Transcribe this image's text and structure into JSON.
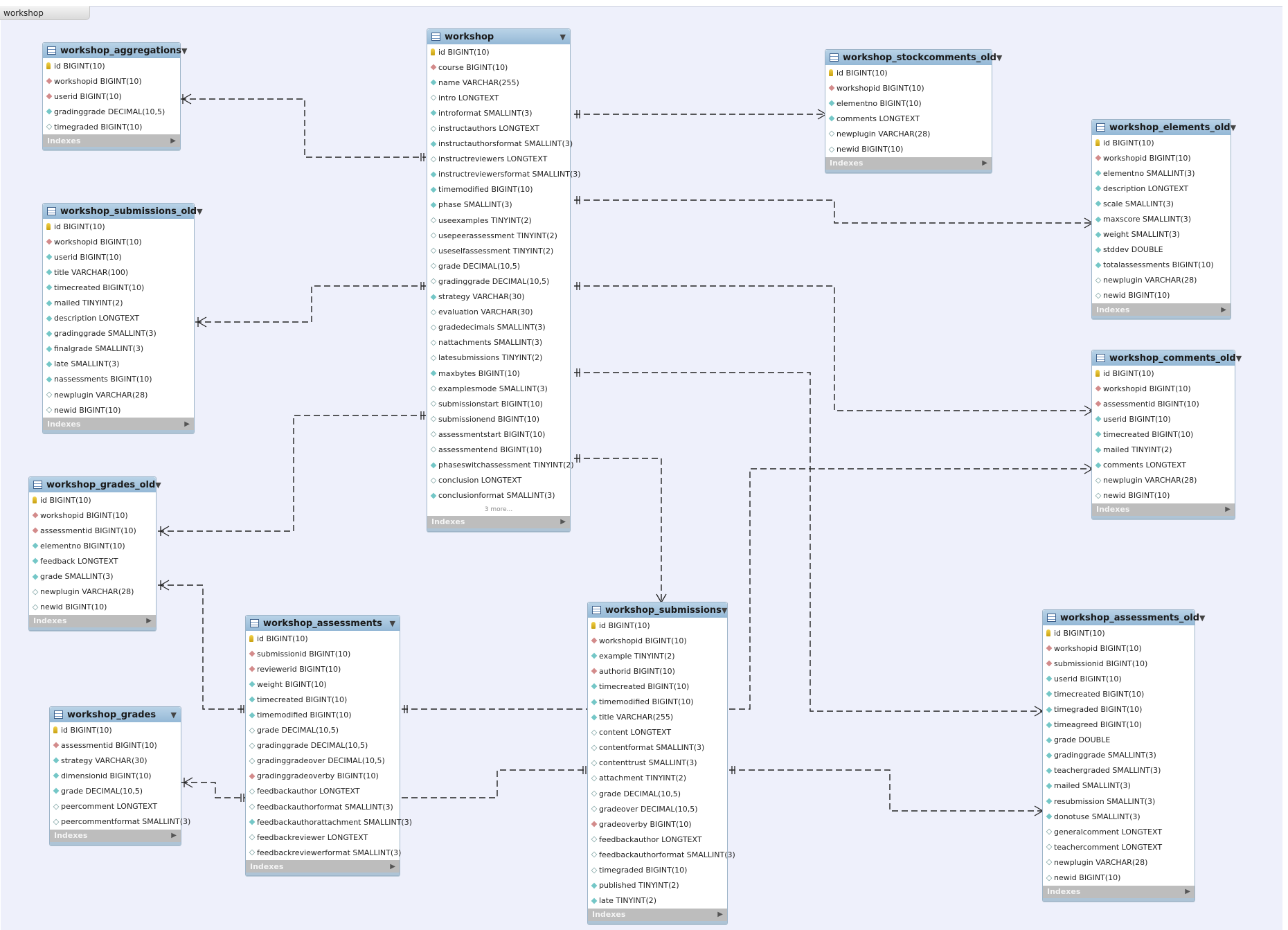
{
  "diagram": {
    "tab_label": "workshop",
    "indexes_label": "Indexes",
    "tables": [
      {
        "name": "workshop_aggregations",
        "cols": [
          [
            "key",
            "id BIGINT(10)"
          ],
          [
            "fk",
            "workshopid BIGINT(10)"
          ],
          [
            "fk",
            "userid BIGINT(10)"
          ],
          [
            "nn",
            "gradinggrade DECIMAL(10,5)"
          ],
          [
            "nl",
            "timegraded BIGINT(10)"
          ]
        ]
      },
      {
        "name": "workshop_submissions_old",
        "cols": [
          [
            "key",
            "id BIGINT(10)"
          ],
          [
            "fk",
            "workshopid BIGINT(10)"
          ],
          [
            "nn",
            "userid BIGINT(10)"
          ],
          [
            "nn",
            "title VARCHAR(100)"
          ],
          [
            "nn",
            "timecreated BIGINT(10)"
          ],
          [
            "nn",
            "mailed TINYINT(2)"
          ],
          [
            "nn",
            "description LONGTEXT"
          ],
          [
            "nn",
            "gradinggrade SMALLINT(3)"
          ],
          [
            "nn",
            "finalgrade SMALLINT(3)"
          ],
          [
            "nn",
            "late SMALLINT(3)"
          ],
          [
            "nn",
            "nassessments BIGINT(10)"
          ],
          [
            "nl",
            "newplugin VARCHAR(28)"
          ],
          [
            "nl",
            "newid BIGINT(10)"
          ]
        ]
      },
      {
        "name": "workshop_grades_old",
        "cols": [
          [
            "key",
            "id BIGINT(10)"
          ],
          [
            "fk",
            "workshopid BIGINT(10)"
          ],
          [
            "fk",
            "assessmentid BIGINT(10)"
          ],
          [
            "nn",
            "elementno BIGINT(10)"
          ],
          [
            "nn",
            "feedback LONGTEXT"
          ],
          [
            "nn",
            "grade SMALLINT(3)"
          ],
          [
            "nl",
            "newplugin VARCHAR(28)"
          ],
          [
            "nl",
            "newid BIGINT(10)"
          ]
        ]
      },
      {
        "name": "workshop_grades",
        "cols": [
          [
            "key",
            "id BIGINT(10)"
          ],
          [
            "fk",
            "assessmentid BIGINT(10)"
          ],
          [
            "nn",
            "strategy VARCHAR(30)"
          ],
          [
            "nn",
            "dimensionid BIGINT(10)"
          ],
          [
            "nn",
            "grade DECIMAL(10,5)"
          ],
          [
            "nl",
            "peercomment LONGTEXT"
          ],
          [
            "nl",
            "peercommentformat SMALLINT(3)"
          ]
        ]
      },
      {
        "name": "workshop",
        "more": "3 more...",
        "cols": [
          [
            "key",
            "id BIGINT(10)"
          ],
          [
            "fk",
            "course BIGINT(10)"
          ],
          [
            "nn",
            "name VARCHAR(255)"
          ],
          [
            "nl",
            "intro LONGTEXT"
          ],
          [
            "nn",
            "introformat SMALLINT(3)"
          ],
          [
            "nl",
            "instructauthors LONGTEXT"
          ],
          [
            "nn",
            "instructauthorsformat SMALLINT(3)"
          ],
          [
            "nl",
            "instructreviewers LONGTEXT"
          ],
          [
            "nn",
            "instructreviewersformat SMALLINT(3)"
          ],
          [
            "nn",
            "timemodified BIGINT(10)"
          ],
          [
            "nn",
            "phase SMALLINT(3)"
          ],
          [
            "nl",
            "useexamples TINYINT(2)"
          ],
          [
            "nl",
            "usepeerassessment TINYINT(2)"
          ],
          [
            "nl",
            "useselfassessment TINYINT(2)"
          ],
          [
            "nl",
            "grade DECIMAL(10,5)"
          ],
          [
            "nl",
            "gradinggrade DECIMAL(10,5)"
          ],
          [
            "nn",
            "strategy VARCHAR(30)"
          ],
          [
            "nl",
            "evaluation VARCHAR(30)"
          ],
          [
            "nl",
            "gradedecimals SMALLINT(3)"
          ],
          [
            "nl",
            "nattachments SMALLINT(3)"
          ],
          [
            "nl",
            "latesubmissions TINYINT(2)"
          ],
          [
            "nn",
            "maxbytes BIGINT(10)"
          ],
          [
            "nl",
            "examplesmode SMALLINT(3)"
          ],
          [
            "nl",
            "submissionstart BIGINT(10)"
          ],
          [
            "nl",
            "submissionend BIGINT(10)"
          ],
          [
            "nl",
            "assessmentstart BIGINT(10)"
          ],
          [
            "nl",
            "assessmentend BIGINT(10)"
          ],
          [
            "nn",
            "phaseswitchassessment TINYINT(2)"
          ],
          [
            "nl",
            "conclusion LONGTEXT"
          ],
          [
            "nn",
            "conclusionformat SMALLINT(3)"
          ]
        ]
      },
      {
        "name": "workshop_assessments",
        "cols": [
          [
            "key",
            "id BIGINT(10)"
          ],
          [
            "fk",
            "submissionid BIGINT(10)"
          ],
          [
            "fk",
            "reviewerid BIGINT(10)"
          ],
          [
            "nn",
            "weight BIGINT(10)"
          ],
          [
            "nn",
            "timecreated BIGINT(10)"
          ],
          [
            "nn",
            "timemodified BIGINT(10)"
          ],
          [
            "nl",
            "grade DECIMAL(10,5)"
          ],
          [
            "nl",
            "gradinggrade DECIMAL(10,5)"
          ],
          [
            "nl",
            "gradinggradeover DECIMAL(10,5)"
          ],
          [
            "fk",
            "gradinggradeoverby BIGINT(10)"
          ],
          [
            "nl",
            "feedbackauthor LONGTEXT"
          ],
          [
            "nl",
            "feedbackauthorformat SMALLINT(3)"
          ],
          [
            "nn",
            "feedbackauthorattachment SMALLINT(3)"
          ],
          [
            "nl",
            "feedbackreviewer LONGTEXT"
          ],
          [
            "nl",
            "feedbackreviewerformat SMALLINT(3)"
          ]
        ]
      },
      {
        "name": "workshop_submissions",
        "cols": [
          [
            "key",
            "id BIGINT(10)"
          ],
          [
            "fk",
            "workshopid BIGINT(10)"
          ],
          [
            "nn",
            "example TINYINT(2)"
          ],
          [
            "fk",
            "authorid BIGINT(10)"
          ],
          [
            "nn",
            "timecreated BIGINT(10)"
          ],
          [
            "nn",
            "timemodified BIGINT(10)"
          ],
          [
            "nn",
            "title VARCHAR(255)"
          ],
          [
            "nl",
            "content LONGTEXT"
          ],
          [
            "nl",
            "contentformat SMALLINT(3)"
          ],
          [
            "nl",
            "contenttrust SMALLINT(3)"
          ],
          [
            "nl",
            "attachment TINYINT(2)"
          ],
          [
            "nl",
            "grade DECIMAL(10,5)"
          ],
          [
            "nl",
            "gradeover DECIMAL(10,5)"
          ],
          [
            "fk",
            "gradeoverby BIGINT(10)"
          ],
          [
            "nl",
            "feedbackauthor LONGTEXT"
          ],
          [
            "nl",
            "feedbackauthorformat SMALLINT(3)"
          ],
          [
            "nl",
            "timegraded BIGINT(10)"
          ],
          [
            "nn",
            "published TINYINT(2)"
          ],
          [
            "nn",
            "late TINYINT(2)"
          ]
        ]
      },
      {
        "name": "workshop_stockcomments_old",
        "cols": [
          [
            "key",
            "id BIGINT(10)"
          ],
          [
            "fk",
            "workshopid BIGINT(10)"
          ],
          [
            "nn",
            "elementno BIGINT(10)"
          ],
          [
            "nn",
            "comments LONGTEXT"
          ],
          [
            "nl",
            "newplugin VARCHAR(28)"
          ],
          [
            "nl",
            "newid BIGINT(10)"
          ]
        ]
      },
      {
        "name": "workshop_elements_old",
        "cols": [
          [
            "key",
            "id BIGINT(10)"
          ],
          [
            "fk",
            "workshopid BIGINT(10)"
          ],
          [
            "nn",
            "elementno SMALLINT(3)"
          ],
          [
            "nn",
            "description LONGTEXT"
          ],
          [
            "nn",
            "scale SMALLINT(3)"
          ],
          [
            "nn",
            "maxscore SMALLINT(3)"
          ],
          [
            "nn",
            "weight SMALLINT(3)"
          ],
          [
            "nn",
            "stddev DOUBLE"
          ],
          [
            "nn",
            "totalassessments BIGINT(10)"
          ],
          [
            "nl",
            "newplugin VARCHAR(28)"
          ],
          [
            "nl",
            "newid BIGINT(10)"
          ]
        ]
      },
      {
        "name": "workshop_comments_old",
        "cols": [
          [
            "key",
            "id BIGINT(10)"
          ],
          [
            "fk",
            "workshopid BIGINT(10)"
          ],
          [
            "fk",
            "assessmentid BIGINT(10)"
          ],
          [
            "nn",
            "userid BIGINT(10)"
          ],
          [
            "nn",
            "timecreated BIGINT(10)"
          ],
          [
            "nn",
            "mailed TINYINT(2)"
          ],
          [
            "nn",
            "comments LONGTEXT"
          ],
          [
            "nl",
            "newplugin VARCHAR(28)"
          ],
          [
            "nl",
            "newid BIGINT(10)"
          ]
        ]
      },
      {
        "name": "workshop_assessments_old",
        "cols": [
          [
            "key",
            "id BIGINT(10)"
          ],
          [
            "fk",
            "workshopid BIGINT(10)"
          ],
          [
            "fk",
            "submissionid BIGINT(10)"
          ],
          [
            "nn",
            "userid BIGINT(10)"
          ],
          [
            "nn",
            "timecreated BIGINT(10)"
          ],
          [
            "nn",
            "timegraded BIGINT(10)"
          ],
          [
            "nn",
            "timeagreed BIGINT(10)"
          ],
          [
            "nn",
            "grade DOUBLE"
          ],
          [
            "nn",
            "gradinggrade SMALLINT(3)"
          ],
          [
            "nn",
            "teachergraded SMALLINT(3)"
          ],
          [
            "nn",
            "mailed SMALLINT(3)"
          ],
          [
            "nn",
            "resubmission SMALLINT(3)"
          ],
          [
            "nn",
            "donotuse SMALLINT(3)"
          ],
          [
            "nl",
            "generalcomment LONGTEXT"
          ],
          [
            "nl",
            "teachercomment LONGTEXT"
          ],
          [
            "nl",
            "newplugin VARCHAR(28)"
          ],
          [
            "nl",
            "newid BIGINT(10)"
          ]
        ]
      }
    ]
  }
}
